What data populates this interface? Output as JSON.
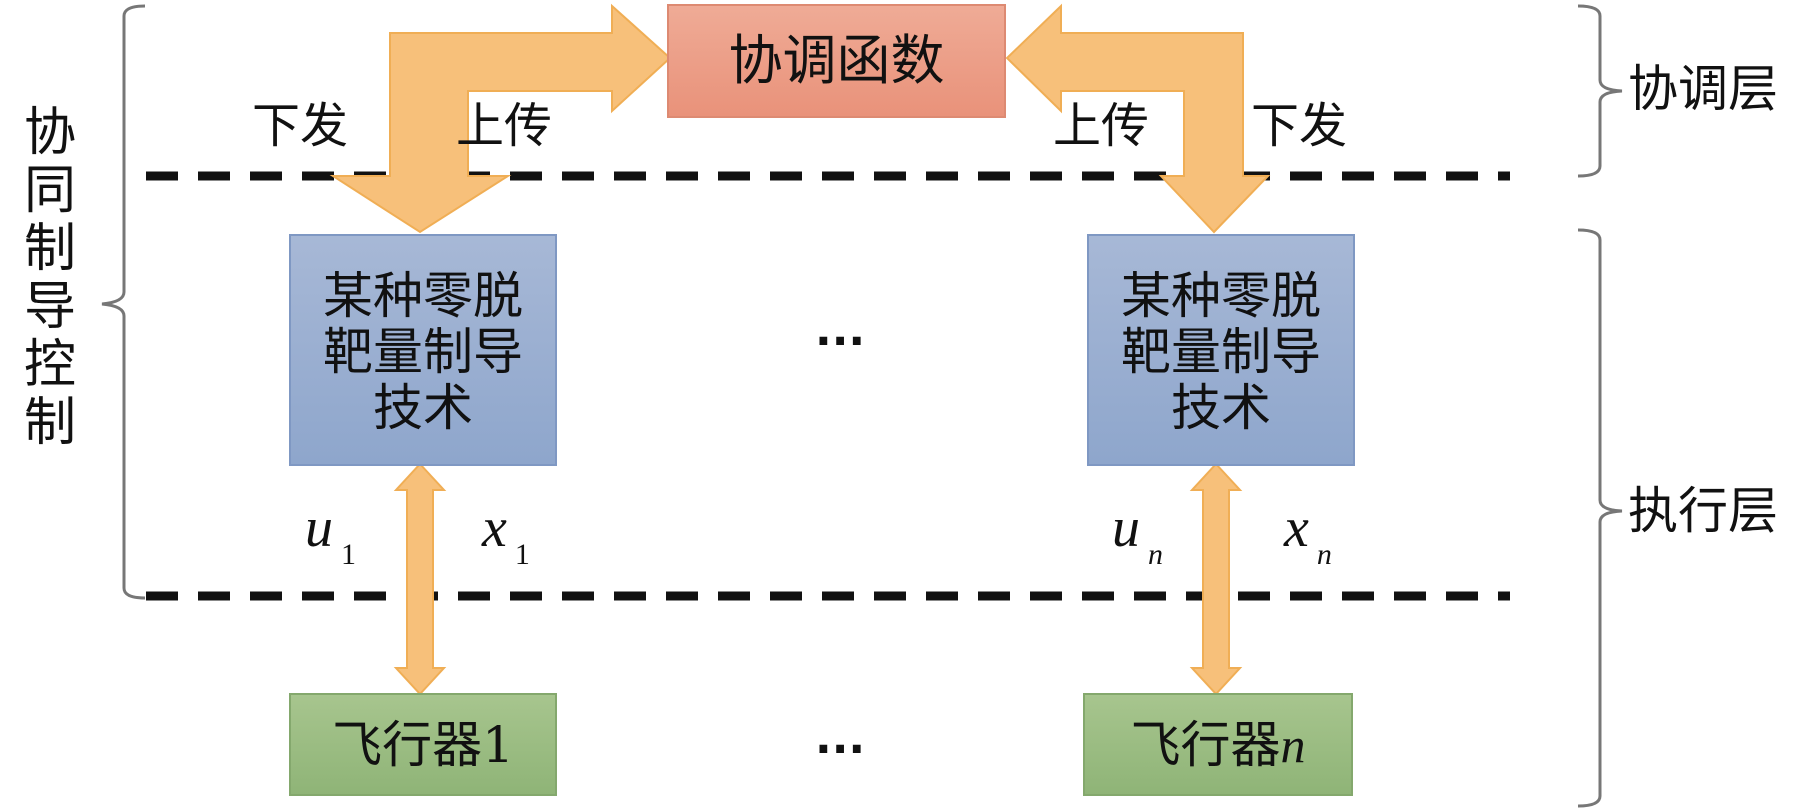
{
  "diagram": {
    "type": "hierarchical cooperative guidance control architecture",
    "left_group_label": "协同制导控制",
    "layers": [
      {
        "name": "coordination",
        "label": "协调层"
      },
      {
        "name": "execution",
        "label": "执行层"
      }
    ],
    "coordination_node": {
      "label": "协调函数"
    },
    "guidance_nodes": [
      {
        "label_lines": [
          "某种零脱",
          "靶量制导",
          "技术"
        ]
      },
      {
        "label_lines": [
          "某种零脱",
          "靶量制导",
          "技术"
        ]
      }
    ],
    "vehicle_nodes": [
      {
        "label": "飞行器1"
      },
      {
        "label": "飞行器n",
        "label_prefix": "飞行器",
        "label_index": "n"
      }
    ],
    "ellipsis": "···",
    "edge_labels": {
      "left_down": "下发",
      "left_up": "上传",
      "right_up": "上传",
      "right_down": "下发"
    },
    "signals": [
      {
        "control": {
          "base": "u",
          "sub": "1"
        },
        "state": {
          "base": "x",
          "sub": "1"
        }
      },
      {
        "control": {
          "base": "u",
          "sub": "n"
        },
        "state": {
          "base": "x",
          "sub": "n"
        }
      }
    ],
    "colors": {
      "coordination_box": "#eb9a82",
      "guidance_box": "#96acd0",
      "vehicle_box": "#98bb80",
      "arrow": "#f7c07a",
      "arrow_edge": "#f0ae55",
      "dash_line": "#111111",
      "brace": "#777777"
    }
  }
}
